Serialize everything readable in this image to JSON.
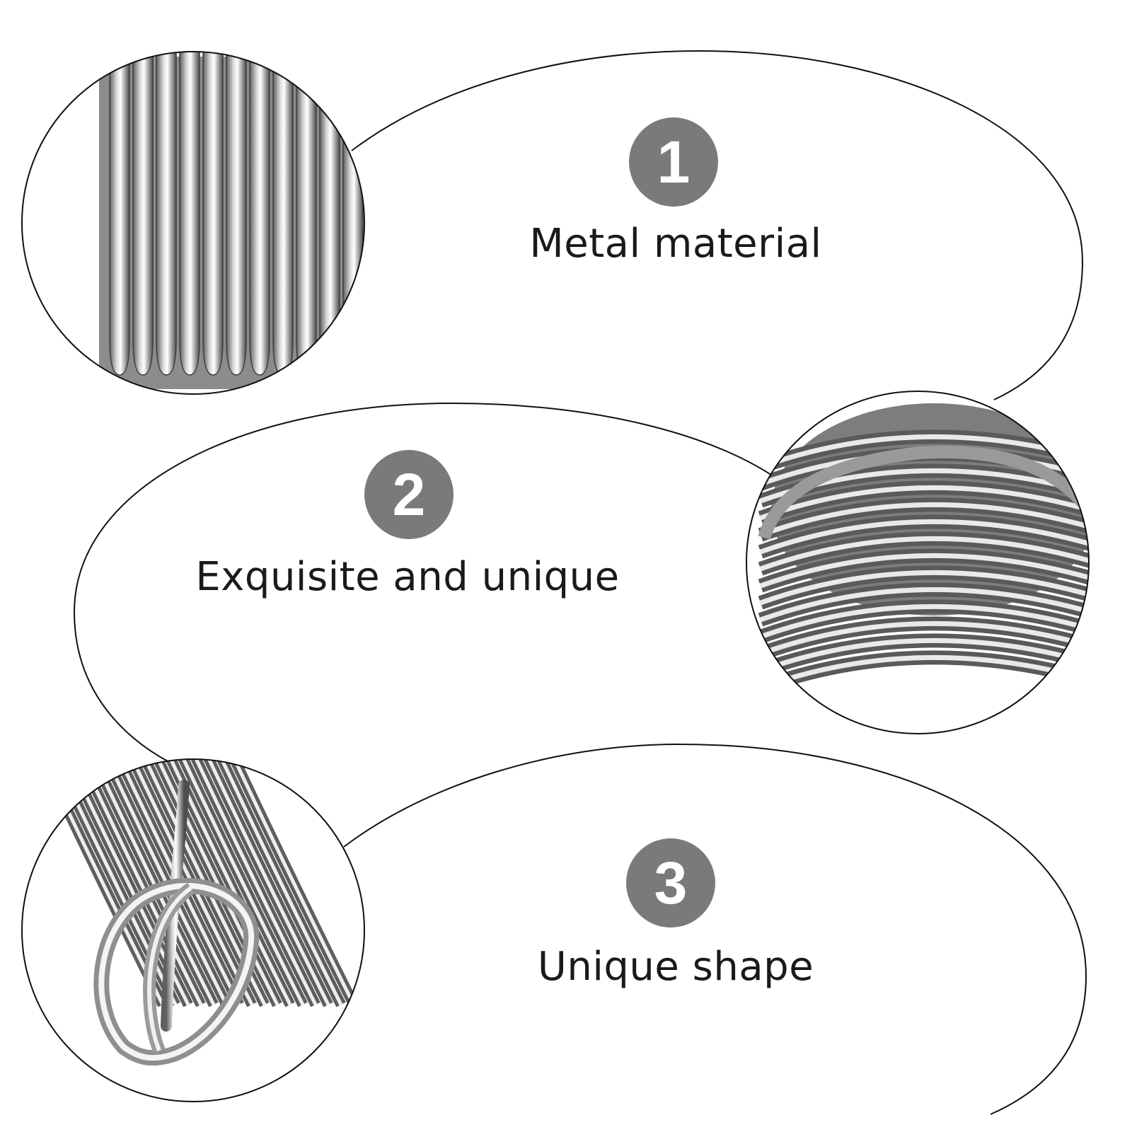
{
  "features": [
    {
      "number": "1",
      "label": "Metal material",
      "photo": "aluminum-wire-coil-side-closeup"
    },
    {
      "number": "2",
      "label": "Exquisite and unique",
      "photo": "aluminum-wire-coil-top-closeup"
    },
    {
      "number": "3",
      "label": "Unique shape",
      "photo": "aluminum-wire-coil-looped-end-closeup"
    }
  ],
  "colors": {
    "badge": "#7a7a7a",
    "badge_text": "#ffffff",
    "caption": "#1a1a1a",
    "outline": "#111111",
    "metal_dark": "#6e6e6e",
    "metal_light": "#f2f2f2"
  }
}
